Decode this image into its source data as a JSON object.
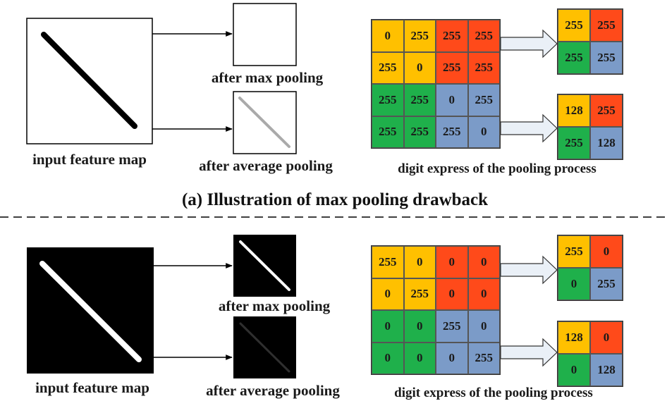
{
  "colors": {
    "orange": "#FFC000",
    "red": "#FF4A1A",
    "green": "#1FB04B",
    "blue": "#7B9BC8"
  },
  "panel_a": {
    "caption": "(a) Illustration of max pooling drawback",
    "input_label": "input feature map",
    "max_label": "after max pooling",
    "avg_label": "after average pooling",
    "digit_label": "digit express of the pooling process",
    "input_grid": [
      {
        "v": "0",
        "c": "orange"
      },
      {
        "v": "255",
        "c": "orange"
      },
      {
        "v": "255",
        "c": "red"
      },
      {
        "v": "255",
        "c": "red"
      },
      {
        "v": "255",
        "c": "orange"
      },
      {
        "v": "0",
        "c": "orange"
      },
      {
        "v": "255",
        "c": "red"
      },
      {
        "v": "255",
        "c": "red"
      },
      {
        "v": "255",
        "c": "green"
      },
      {
        "v": "255",
        "c": "green"
      },
      {
        "v": "0",
        "c": "blue"
      },
      {
        "v": "255",
        "c": "blue"
      },
      {
        "v": "255",
        "c": "green"
      },
      {
        "v": "255",
        "c": "green"
      },
      {
        "v": "255",
        "c": "blue"
      },
      {
        "v": "0",
        "c": "blue"
      }
    ],
    "max_grid": [
      {
        "v": "255",
        "c": "orange"
      },
      {
        "v": "255",
        "c": "red"
      },
      {
        "v": "255",
        "c": "green"
      },
      {
        "v": "255",
        "c": "blue"
      }
    ],
    "avg_grid": [
      {
        "v": "128",
        "c": "orange"
      },
      {
        "v": "255",
        "c": "red"
      },
      {
        "v": "255",
        "c": "green"
      },
      {
        "v": "128",
        "c": "blue"
      }
    ]
  },
  "panel_b": {
    "input_label": "input feature map",
    "max_label": "after max pooling",
    "avg_label": "after average pooling",
    "digit_label": "digit express of the pooling process",
    "input_grid": [
      {
        "v": "255",
        "c": "orange"
      },
      {
        "v": "0",
        "c": "orange"
      },
      {
        "v": "0",
        "c": "red"
      },
      {
        "v": "0",
        "c": "red"
      },
      {
        "v": "0",
        "c": "orange"
      },
      {
        "v": "255",
        "c": "orange"
      },
      {
        "v": "0",
        "c": "red"
      },
      {
        "v": "0",
        "c": "red"
      },
      {
        "v": "0",
        "c": "green"
      },
      {
        "v": "0",
        "c": "green"
      },
      {
        "v": "255",
        "c": "blue"
      },
      {
        "v": "0",
        "c": "blue"
      },
      {
        "v": "0",
        "c": "green"
      },
      {
        "v": "0",
        "c": "green"
      },
      {
        "v": "0",
        "c": "blue"
      },
      {
        "v": "255",
        "c": "blue"
      }
    ],
    "max_grid": [
      {
        "v": "255",
        "c": "orange"
      },
      {
        "v": "0",
        "c": "red"
      },
      {
        "v": "0",
        "c": "green"
      },
      {
        "v": "255",
        "c": "blue"
      }
    ],
    "avg_grid": [
      {
        "v": "128",
        "c": "orange"
      },
      {
        "v": "0",
        "c": "red"
      },
      {
        "v": "0",
        "c": "green"
      },
      {
        "v": "128",
        "c": "blue"
      }
    ]
  }
}
